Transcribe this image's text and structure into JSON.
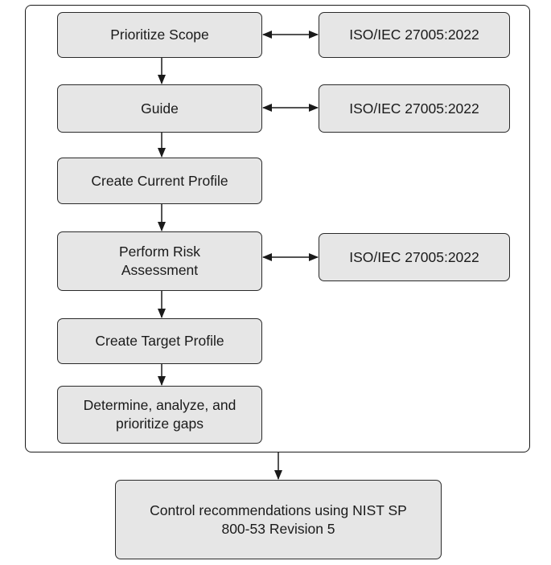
{
  "steps": [
    {
      "label": "Prioritize Scope"
    },
    {
      "label": "Guide"
    },
    {
      "label": "Create Current Profile"
    },
    {
      "label": "Perform Risk Assessment"
    },
    {
      "label": "Create Target Profile"
    },
    {
      "label": "Determine, analyze, and prioritize gaps"
    }
  ],
  "standards": [
    {
      "label": "ISO/IEC 27005:2022"
    },
    {
      "label": "ISO/IEC 27005:2022"
    },
    {
      "label": "ISO/IEC 27005:2022"
    }
  ],
  "output": {
    "label": "Control recommendations using NIST SP 800-53 Revision 5"
  }
}
